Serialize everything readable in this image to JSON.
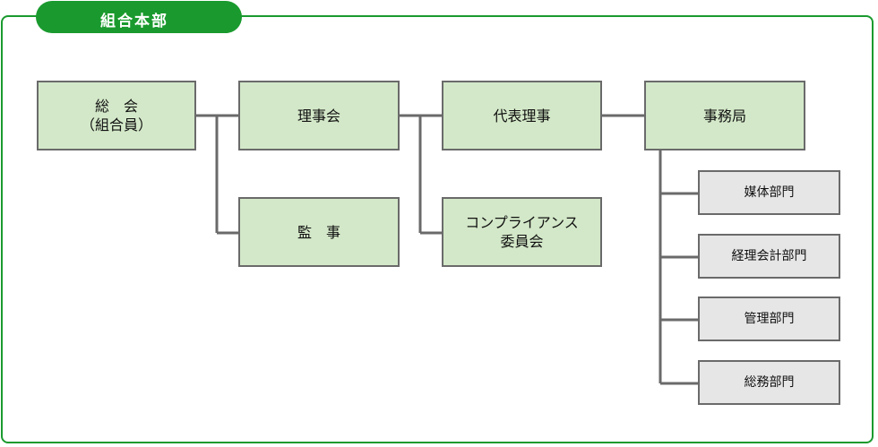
{
  "header": {
    "title": "組合本部"
  },
  "nodes": {
    "general_assembly": {
      "line1": "総　会",
      "line2": "（組合員）"
    },
    "board": {
      "label": "理事会"
    },
    "auditor": {
      "label": "監　事"
    },
    "representative": {
      "label": "代表理事"
    },
    "compliance": {
      "line1": "コンプライアンス",
      "line2": "委員会"
    },
    "secretariat": {
      "label": "事務局"
    }
  },
  "departments": [
    {
      "label": "媒体部門"
    },
    {
      "label": "経理会計部門"
    },
    {
      "label": "管理部門"
    },
    {
      "label": "総務部門"
    }
  ],
  "colors": {
    "frame_green": "#1a9a2e",
    "box_green_fill": "#d3e8c8",
    "box_gray_fill": "#e6e6e6",
    "connector": "#6a6a6a"
  }
}
